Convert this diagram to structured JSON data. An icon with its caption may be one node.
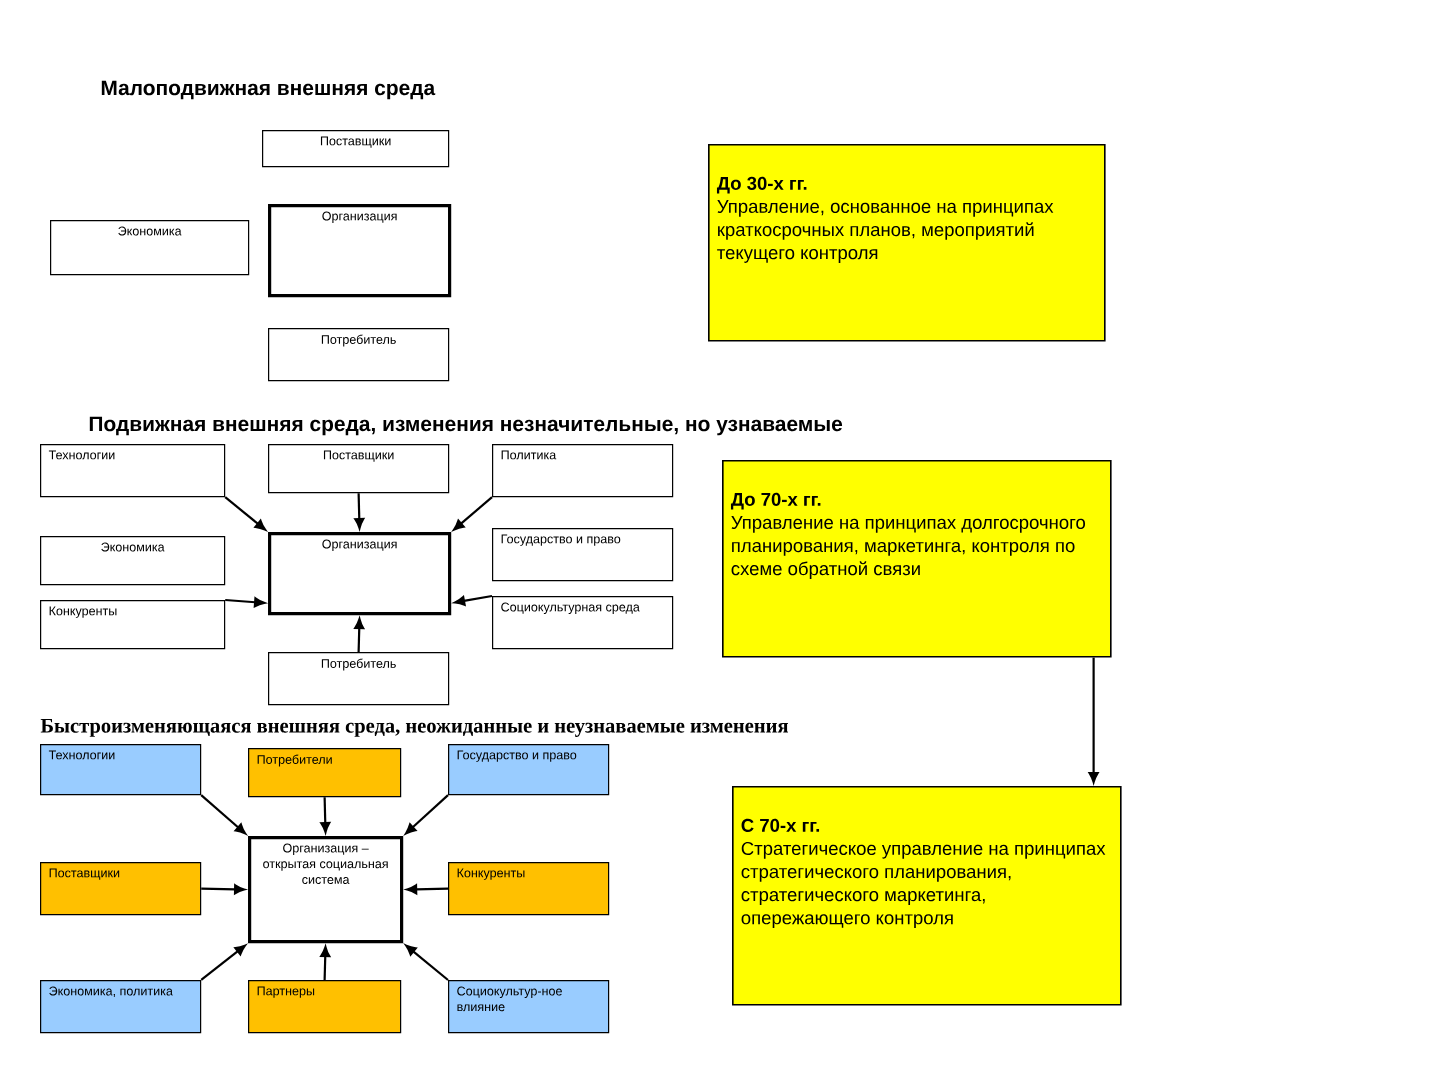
{
  "diagram": {
    "nodes": [
      {
        "text": [
          "Поставщики"
        ]
      },
      {
        "text": [
          "Экономика"
        ]
      },
      {
        "text": [
          "Организация"
        ]
      },
      {
        "text": [
          "Потребитель"
        ]
      },
      {
        "text": [
          "До 30-х гг.",
          "Управление, основанное на принципах краткосрочных планов, мероприятий текущего контроля"
        ]
      },
      {
        "text": [
          "Технологии"
        ]
      },
      {
        "text": [
          "Поставщики"
        ]
      },
      {
        "text": [
          "Политика"
        ]
      },
      {
        "text": [
          "Экономика"
        ]
      },
      {
        "text": [
          "Организация"
        ]
      },
      {
        "text": [
          "Государство и право"
        ]
      },
      {
        "text": [
          "Конкуренты"
        ]
      },
      {
        "text": [
          "Социокультурная среда"
        ]
      },
      {
        "text": [
          "Потребитель"
        ]
      },
      {
        "text": [
          "До 70-х гг.",
          "Управление на принципах долгосрочного планирования, маркетинга, контроля по схеме обратной связи"
        ]
      },
      {
        "text": [
          "Технологии"
        ]
      },
      {
        "text": [
          "Потребители"
        ]
      },
      {
        "text": [
          "Государство и право"
        ]
      },
      {
        "text": [
          "Поставщики"
        ]
      },
      {
        "text": [
          "Организация – открытая социальная система"
        ]
      },
      {
        "text": [
          "Конкуренты"
        ]
      },
      {
        "text": [
          "Экономика, политика"
        ]
      },
      {
        "text": [
          "Партнеры"
        ]
      },
      {
        "text": [
          "Социокультур-ное влияние"
        ]
      },
      {
        "text": [
          "С 70-х гг.",
          "Стратегическое управление на принципах стратегического планирования, стратегического маркетинга, опережающего  контроля"
        ]
      }
    ],
    "edges": [
      {
        "from": 5,
        "to": 9,
        "arrow": "to"
      },
      {
        "from": 6,
        "to": 9,
        "arrow": "to"
      },
      {
        "from": 7,
        "to": 9,
        "arrow": "to"
      },
      {
        "from": 11,
        "to": 9,
        "arrow": "to"
      },
      {
        "from": 12,
        "to": 9,
        "arrow": "to"
      },
      {
        "from": 13,
        "to": 9,
        "arrow": "to"
      },
      {
        "from": 14,
        "to": 24,
        "arrow": "to"
      },
      {
        "from": 15,
        "to": 19,
        "arrow": "to"
      },
      {
        "from": 16,
        "to": 19,
        "arrow": "to"
      },
      {
        "from": 17,
        "to": 19,
        "arrow": "to"
      },
      {
        "from": 18,
        "to": 19,
        "arrow": "to"
      },
      {
        "from": 20,
        "to": 19,
        "arrow": "to"
      },
      {
        "from": 21,
        "to": 19,
        "arrow": "to"
      },
      {
        "from": 22,
        "to": 19,
        "arrow": "to"
      },
      {
        "from": 23,
        "to": 19,
        "arrow": "to"
      }
    ],
    "labels": [
      "Малоподвижная внешняя среда",
      "Подвижная внешняя среда, изменения незначительные, но узнаваемые",
      "Быстроизменяющаяся внешняя среда, неожиданные и неузнаваемые изменения"
    ]
  }
}
